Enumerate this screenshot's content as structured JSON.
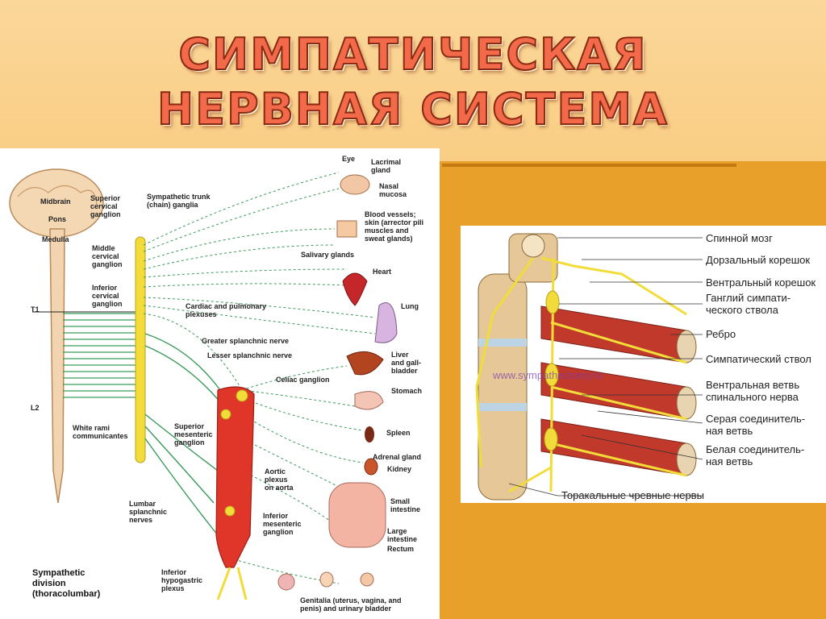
{
  "title": {
    "line1": "СИМПАТИЧЕСКАЯ",
    "line2": "НЕРВНАЯ СИСТЕМА"
  },
  "left_diagram": {
    "brain": {
      "midbrain": "Midbrain",
      "pons": "Pons",
      "medulla": "Medulla"
    },
    "cord_levels": {
      "t1": "T1",
      "l2": "L2"
    },
    "labels": {
      "superior_cervical": "Superior\ncervical\nganglion",
      "middle_cervical": "Middle\ncervical\nganglion",
      "inferior_cervical": "Inferior\ncervical\nganglion",
      "trunk": "Sympathetic trunk\n(chain) ganglia",
      "white_rami": "White rami\ncommunicantes",
      "cardiac_plexuses": "Cardiac and pulmonary\nplexuses",
      "greater_splanchnic": "Greater splanchnic nerve",
      "lesser_splanchnic": "Lesser splanchnic nerve",
      "celiac": "Celiac ganglion",
      "sup_mesenteric": "Superior\nmesenteric\nganglion",
      "aortic_plexus": "Aortic\nplexus\non aorta",
      "inf_mesenteric": "Inferior\nmesenteric\nganglion",
      "lumbar_splanchnic": "Lumbar\nsplanchnic\nnerves",
      "inf_hypogastric": "Inferior\nhypogastric\nplexus",
      "eye": "Eye",
      "lacrimal": "Lacrimal\ngland",
      "nasal": "Nasal\nmucosa",
      "blood_vessels": "Blood vessels;\nskin (arrector pili\nmuscles and\nsweat glands)",
      "salivary": "Salivary glands",
      "heart": "Heart",
      "lung": "Lung",
      "liver": "Liver\nand gall-\nbladder",
      "stomach": "Stomach",
      "spleen": "Spleen",
      "adrenal": "Adrenal gland",
      "kidney": "Kidney",
      "small_intestine": "Small\nintestine",
      "large_intestine": "Large\nintestine",
      "rectum": "Rectum",
      "genitalia": "Genitalia (uterus, vagina, and\npenis) and urinary bladder"
    },
    "caption": "Sympathetic\ndivision\n(thoracolumbar)"
  },
  "right_diagram": {
    "watermark": "www.sympathectomy.ru",
    "labels": {
      "spinal_cord": "Спинной мозг",
      "dorsal_root": "Дорзальный корешок",
      "ventral_root": "Вентральный корешок",
      "ganglion": "Ганглий симпати-\nческого ствола",
      "rib": "Ребро",
      "trunk": "Симпатический ствол",
      "ventral_branch": "Вентральная ветвь\nспинального нерва",
      "gray_ramus": "Серая соединитель-\nная ветвь",
      "white_ramus": "Белая соединитель-\nная ветвь",
      "thoracic": "Торакальные чревные нервы"
    }
  },
  "colors": {
    "title": "#f36a4a",
    "nerve_green": "#3a9a5a",
    "trunk_yellow": "#f2dc3a",
    "aorta_red": "#e0362a"
  }
}
